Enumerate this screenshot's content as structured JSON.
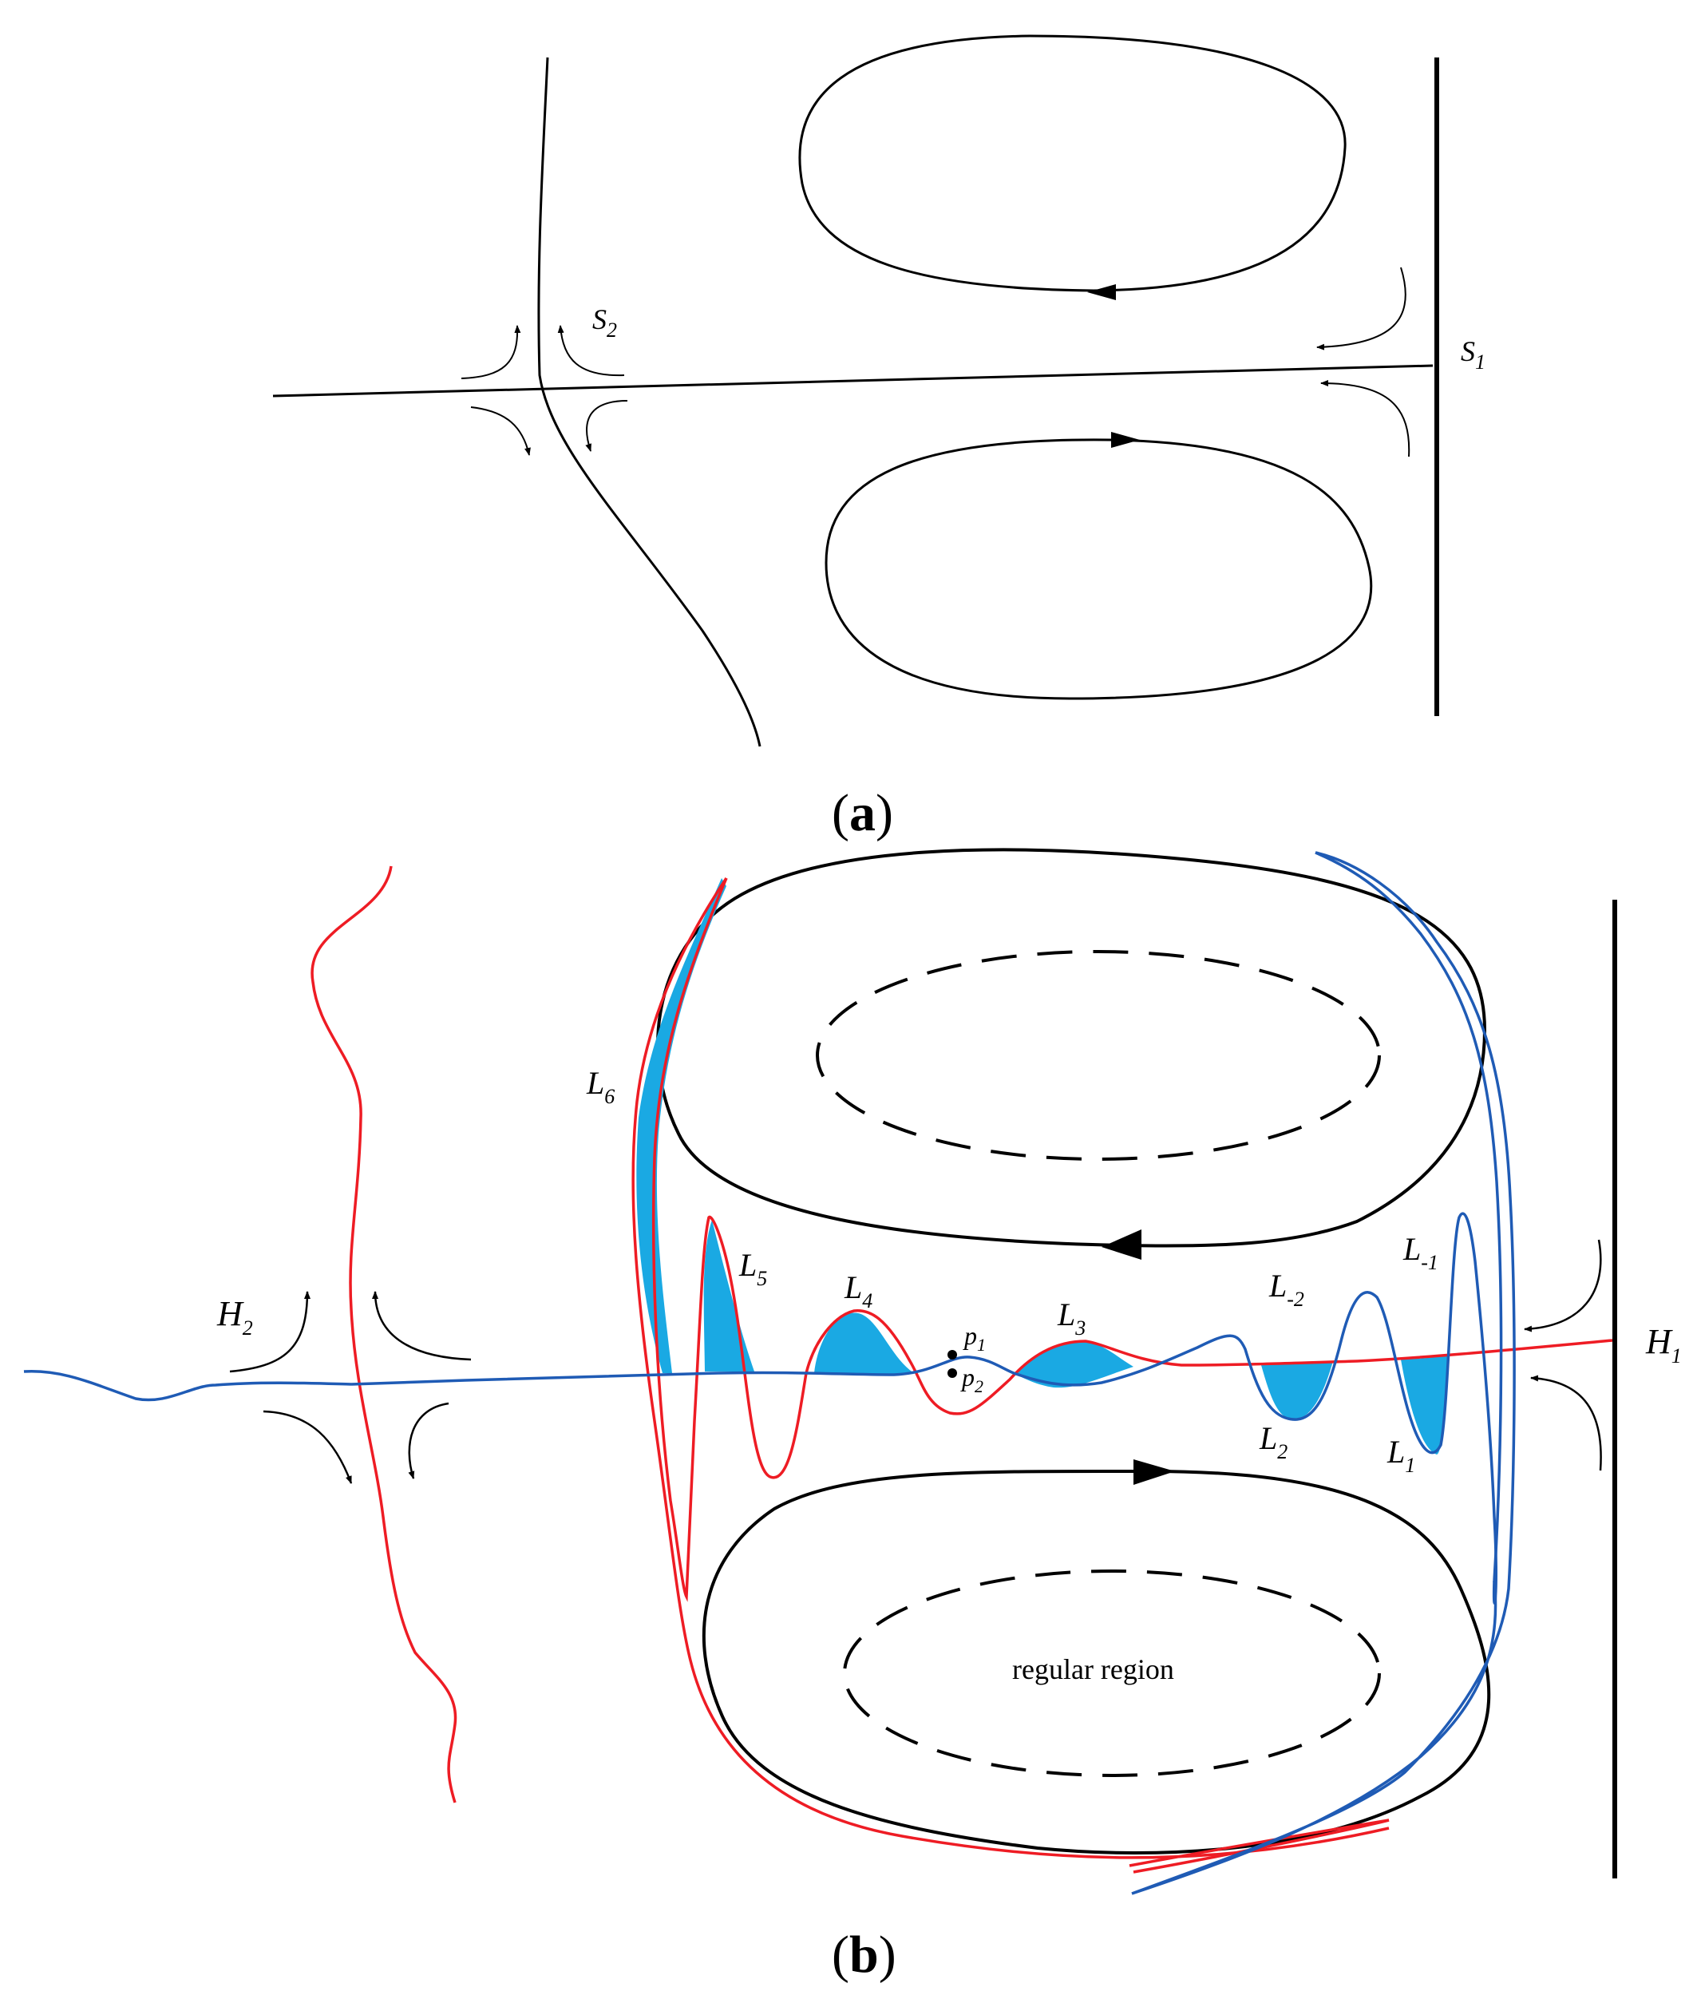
{
  "panel_a": {
    "caption": "(a)",
    "caption_letter": "a",
    "labels": {
      "s2": "S",
      "s2_sub": "2",
      "s1": "S",
      "s1_sub": "1"
    }
  },
  "panel_b": {
    "caption": "(b)",
    "caption_letter": "b",
    "labels": {
      "h2": "H",
      "h2_sub": "2",
      "h1": "H",
      "h1_sub": "1",
      "l6": "L",
      "l6_sub": "6",
      "l5": "L",
      "l5_sub": "5",
      "l4": "L",
      "l4_sub": "4",
      "l3": "L",
      "l3_sub": "3",
      "l2": "L",
      "l2_sub": "2",
      "l1": "L",
      "l1_sub": "1",
      "lm2": "L",
      "lm2_sub": "-2",
      "lm1": "L",
      "lm1_sub": "-1",
      "p1": "p",
      "p1_sub": "1",
      "p2": "p",
      "p2_sub": "2",
      "regular_region": "regular region"
    }
  },
  "colors": {
    "manifold_red": "#ee1c24",
    "manifold_blue": "#1f5bb5",
    "lobe_fill": "#1aa9e3",
    "line": "#000000"
  }
}
